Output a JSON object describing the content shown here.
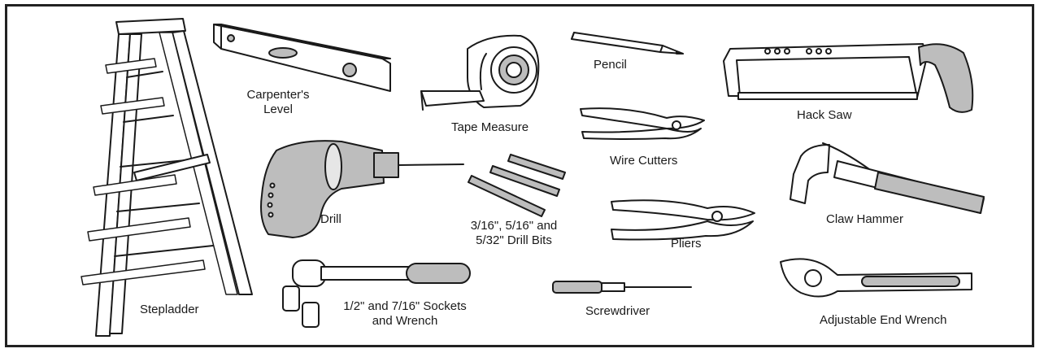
{
  "colors": {
    "outline": "#1a1a1a",
    "fill_gray": "#bdbdbd",
    "fill_light": "#e6e6e6",
    "paper": "#ffffff"
  },
  "labels": {
    "stepladder": "Stepladder",
    "carpenters_level_1": "Carpenter's",
    "carpenters_level_2": "Level",
    "tape_measure": "Tape Measure",
    "pencil": "Pencil",
    "hack_saw": "Hack Saw",
    "wire_cutters": "Wire Cutters",
    "drill": "Drill",
    "drill_bits_1": "3/16\", 5/16\" and",
    "drill_bits_2": "5/32\" Drill Bits",
    "pliers": "Pliers",
    "claw_hammer": "Claw Hammer",
    "sockets_1": "1/2\" and 7/16\" Sockets",
    "sockets_2": "and Wrench",
    "screwdriver": "Screwdriver",
    "adjustable_wrench": "Adjustable End Wrench"
  },
  "icons": [
    "stepladder-icon",
    "level-icon",
    "tape-measure-icon",
    "pencil-icon",
    "hack-saw-icon",
    "wire-cutters-icon",
    "drill-icon",
    "drill-bits-icon",
    "pliers-icon",
    "claw-hammer-icon",
    "socket-wrench-icon",
    "screwdriver-icon",
    "adjustable-wrench-icon"
  ]
}
